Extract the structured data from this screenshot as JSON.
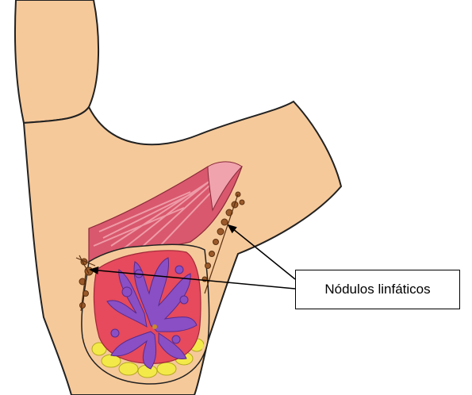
{
  "figure": {
    "type": "anatomical-illustration",
    "subject": "breast-and-axilla",
    "colors": {
      "skin": "#f6c99a",
      "skin_outline": "#222222",
      "muscle": "#d9586d",
      "muscle_light": "#f0a3ad",
      "gland_tissue": "#e64a5c",
      "lobules": "#8a4fc4",
      "fat": "#f3ea4a",
      "lymph_node": "#9b5a2a",
      "arrow": "#000000"
    }
  },
  "callout": {
    "label": "Nódulos linfáticos"
  }
}
